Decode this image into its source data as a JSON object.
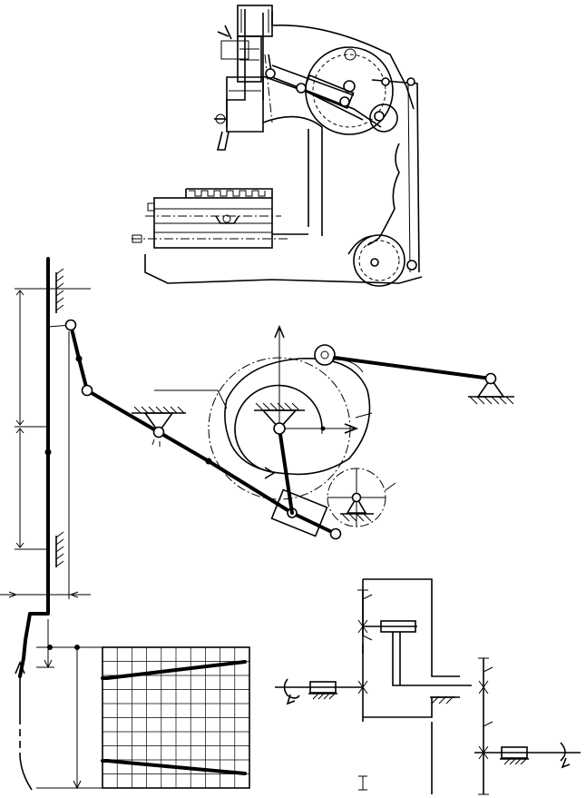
{
  "figure": {
    "background": "#ffffff",
    "line_color": "#000000",
    "panels": [
      "machine-drawing",
      "linkage-schematic",
      "motion-diagram",
      "gear-train-schematic"
    ]
  }
}
